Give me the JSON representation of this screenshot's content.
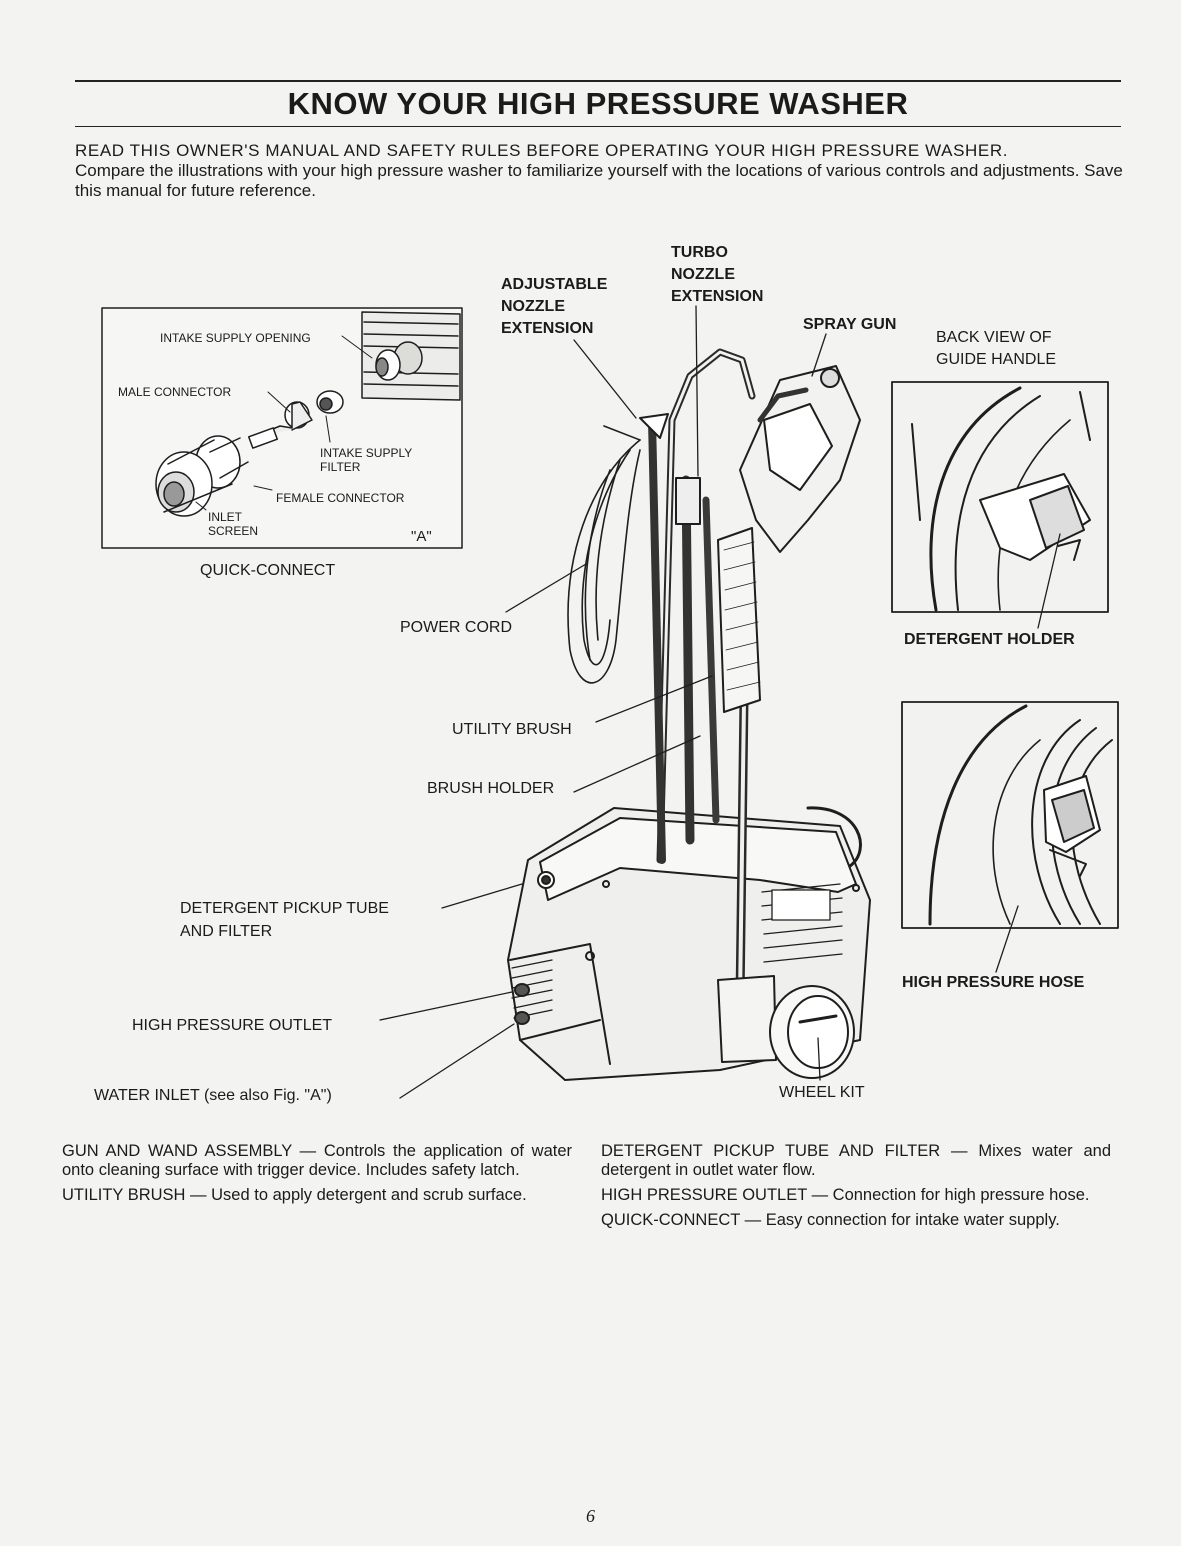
{
  "title": "KNOW YOUR HIGH PRESSURE WASHER",
  "intro": {
    "line1": "READ THIS OWNER'S MANUAL AND SAFETY RULES BEFORE OPERATING YOUR HIGH PRESSURE WASHER.",
    "line2": "Compare the illustrations with your high pressure washer to familiarize yourself with the locations of various controls and adjustments. Save this manual for future reference."
  },
  "inset_a": {
    "intake_supply_opening": "INTAKE SUPPLY OPENING",
    "male_connector": "MALE CONNECTOR",
    "intake_supply_filter": "INTAKE SUPPLY\nFILTER",
    "female_connector": "FEMALE CONNECTOR",
    "inlet_screen": "INLET\nSCREEN",
    "tag": "\"A\"",
    "caption": "QUICK-CONNECT"
  },
  "callouts": {
    "turbo_nozzle": "TURBO\nNOZZLE\nEXTENSION",
    "adjustable_nozzle": "ADJUSTABLE\nNOZZLE\nEXTENSION",
    "spray_gun": "SPRAY GUN",
    "power_cord": "POWER CORD",
    "utility_brush": "UTILITY BRUSH",
    "brush_holder": "BRUSH HOLDER",
    "detergent_pickup": "DETERGENT PICKUP TUBE\nAND FILTER",
    "high_pressure_outlet": "HIGH PRESSURE OUTLET",
    "water_inlet": "WATER INLET (see also Fig. \"A\")",
    "wheel_kit": "WHEEL KIT"
  },
  "side_views": {
    "back_view_caption": "BACK VIEW OF\nGUIDE HANDLE",
    "detergent_holder": "DETERGENT HOLDER",
    "high_pressure_hose": "HIGH PRESSURE HOSE"
  },
  "descriptions": {
    "left": [
      "GUN AND WAND ASSEMBLY — Controls the application of water onto cleaning surface with trigger device. Includes safety latch.",
      "UTILITY BRUSH — Used to apply detergent and scrub surface."
    ],
    "right": [
      "DETERGENT PICKUP TUBE AND FILTER — Mixes water and detergent in outlet water flow.",
      "HIGH PRESSURE OUTLET — Connection for high pressure hose.",
      "QUICK-CONNECT — Easy connection for intake water supply."
    ]
  },
  "page_number": "6"
}
